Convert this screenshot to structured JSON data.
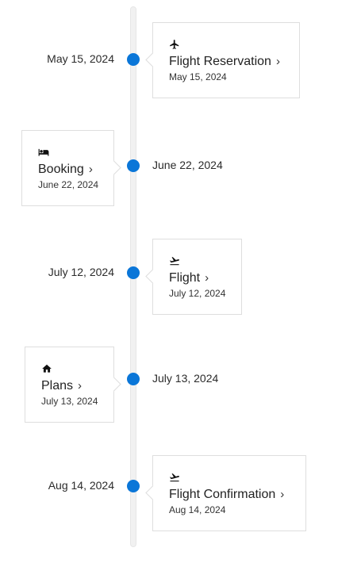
{
  "accent_color": "#0a76d8",
  "events": [
    {
      "timeline_date": "May 15, 2024",
      "title": "Flight Reservation",
      "card_date": "May 15, 2024",
      "icon": "airplane-icon"
    },
    {
      "timeline_date": "June 22, 2024",
      "title": "Booking",
      "card_date": "June 22, 2024",
      "icon": "hotel-bed-icon"
    },
    {
      "timeline_date": "July 12, 2024",
      "title": "Flight",
      "card_date": "July 12, 2024",
      "icon": "flight-takeoff-icon"
    },
    {
      "timeline_date": "July 13, 2024",
      "title": "Plans",
      "card_date": "July 13, 2024",
      "icon": "home-icon"
    },
    {
      "timeline_date": "Aug 14, 2024",
      "title": "Flight Confirmation",
      "card_date": "Aug 14, 2024",
      "icon": "flight-takeoff-icon"
    }
  ],
  "chevron": "›"
}
